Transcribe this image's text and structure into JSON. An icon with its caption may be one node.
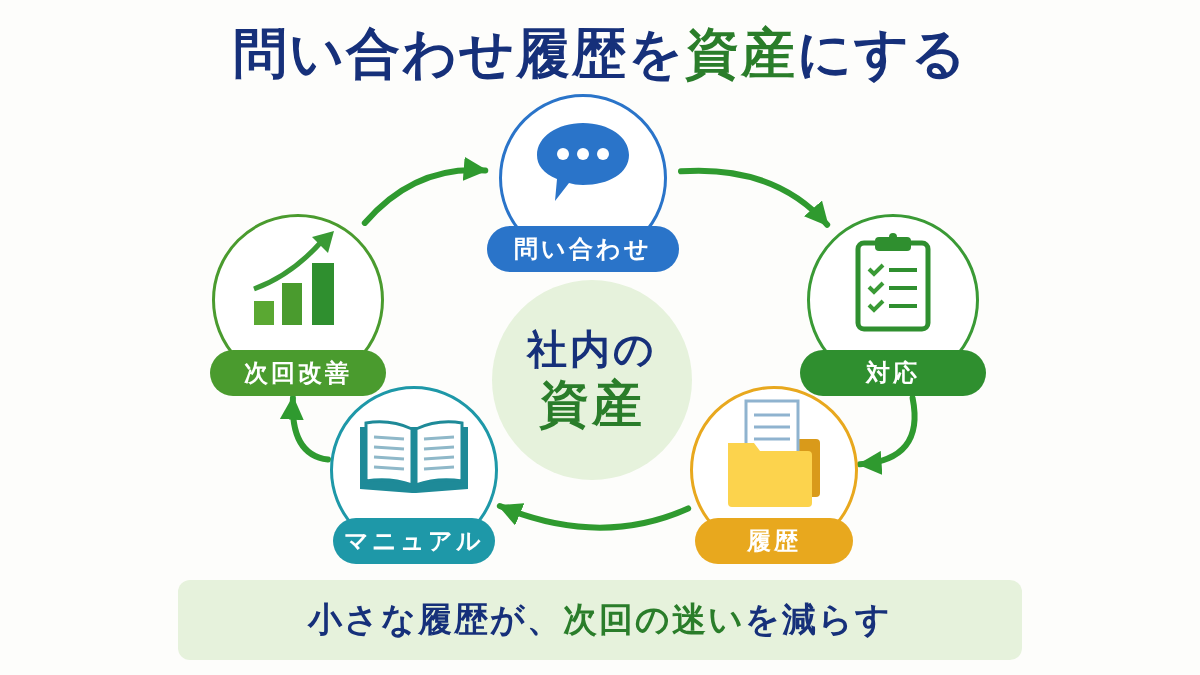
{
  "diagram": {
    "title": "問い合わせ履歴を**資産**にする",
    "nodes": [
      {
        "text": [
          "社内の",
          "資産"
        ]
      },
      {
        "text": [
          "問い合わせ"
        ]
      },
      {
        "text": [
          "対応"
        ]
      },
      {
        "text": [
          "履歴"
        ]
      },
      {
        "text": [
          "マニュアル"
        ]
      },
      {
        "text": [
          "次回改善"
        ]
      }
    ],
    "edges": [
      {
        "from": 1,
        "to": 2,
        "arrow": "to"
      },
      {
        "from": 2,
        "to": 3,
        "arrow": "to"
      },
      {
        "from": 3,
        "to": 4,
        "arrow": "to"
      },
      {
        "from": 4,
        "to": 5,
        "arrow": "to"
      },
      {
        "from": 5,
        "to": 1,
        "arrow": "to"
      }
    ],
    "caption": "小さな履歴が、**次回の迷い**を減らす"
  }
}
